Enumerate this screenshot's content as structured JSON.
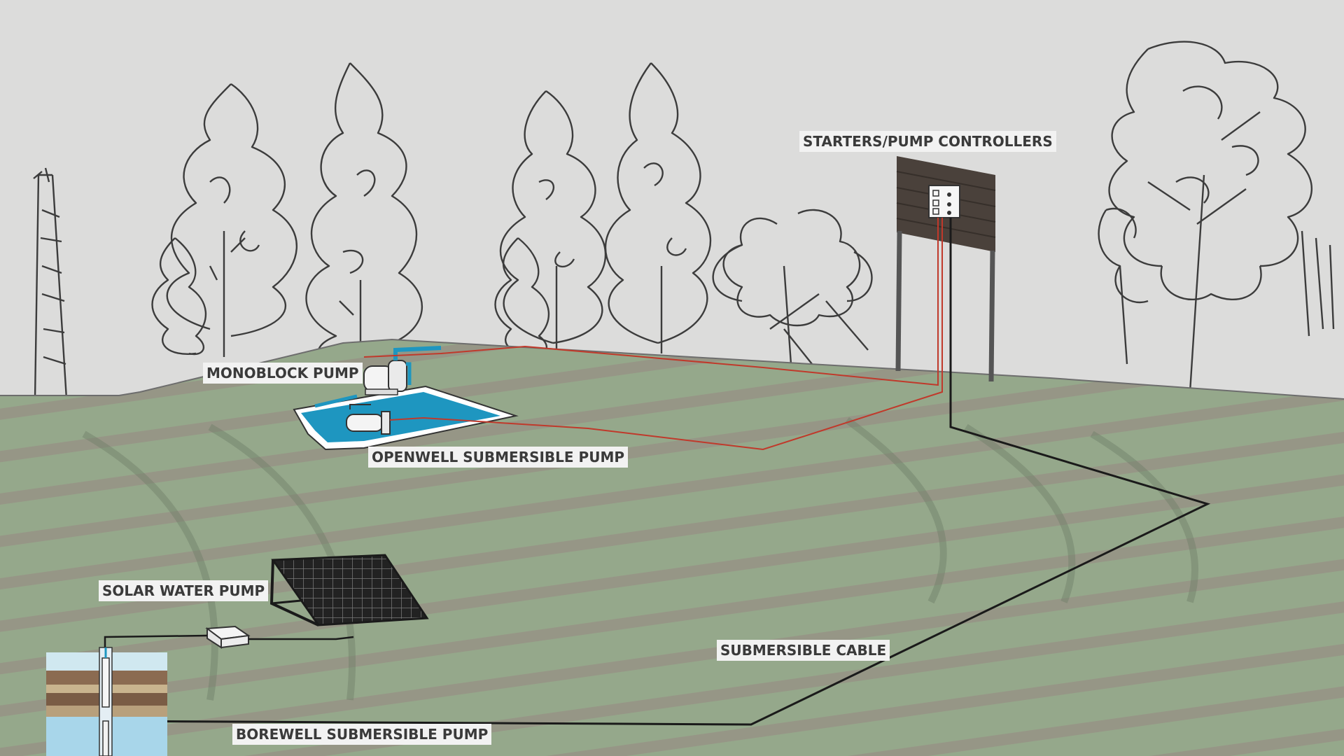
{
  "labels": {
    "starters": "STARTERS/PUMP CONTROLLERS",
    "monoblock": "MONOBLOCK PUMP",
    "openwell": "OPENWELL SUBMERSIBLE PUMP",
    "solar": "SOLAR WATER PUMP",
    "cable": "SUBMERSIBLE CABLE",
    "borewell": "BOREWELL SUBMERSIBLE PUMP"
  },
  "colors": {
    "sky": "#dcdcdb",
    "field": "#7e9477",
    "water": "#1e96c0",
    "power_wire": "#c0392b",
    "cable": "#1a1a1a",
    "board": "#4a413b"
  }
}
